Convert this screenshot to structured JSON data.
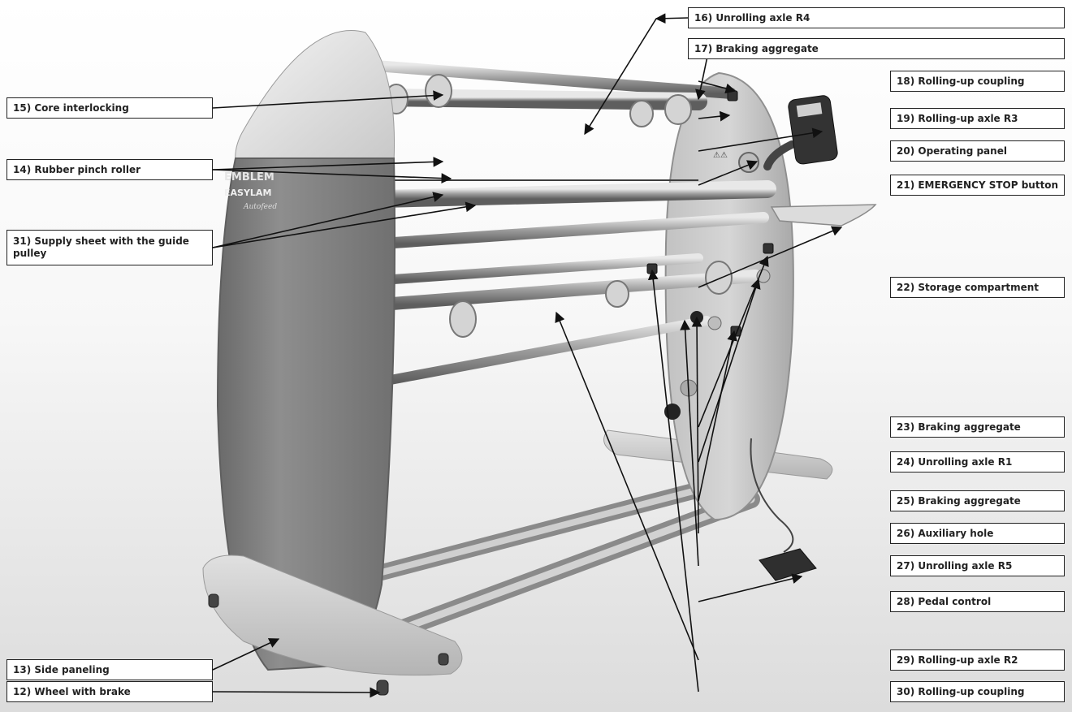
{
  "diagram": {
    "brand_text": {
      "line1": "EMBLEM",
      "line2": "EASYLAM",
      "line3": "Autofeed"
    },
    "callouts": [
      {
        "id": "c16",
        "label": "16) Unrolling axle R4"
      },
      {
        "id": "c17",
        "label": "17) Braking aggregate"
      },
      {
        "id": "c18",
        "label": "18) Rolling-up coupling"
      },
      {
        "id": "c19",
        "label": "19) Rolling-up axle R3"
      },
      {
        "id": "c20",
        "label": "20) Operating panel"
      },
      {
        "id": "c21",
        "label": "21) EMERGENCY STOP button"
      },
      {
        "id": "c22",
        "label": "22) Storage compartment"
      },
      {
        "id": "c23",
        "label": "23) Braking aggregate"
      },
      {
        "id": "c24",
        "label": "24) Unrolling axle R1"
      },
      {
        "id": "c25",
        "label": "25) Braking aggregate"
      },
      {
        "id": "c26",
        "label": "26) Auxiliary hole"
      },
      {
        "id": "c27",
        "label": "27) Unrolling axle R5"
      },
      {
        "id": "c28",
        "label": "28) Pedal control"
      },
      {
        "id": "c29",
        "label": "29) Rolling-up axle R2"
      },
      {
        "id": "c30",
        "label": "30) Rolling-up coupling"
      },
      {
        "id": "c15",
        "label": "15) Core interlocking"
      },
      {
        "id": "c14",
        "label": "14) Rubber pinch roller"
      },
      {
        "id": "c31",
        "label": "31) Supply sheet with the guide pulley"
      },
      {
        "id": "c13",
        "label": "13) Side paneling"
      },
      {
        "id": "c12",
        "label": "12) Wheel with brake"
      }
    ]
  }
}
